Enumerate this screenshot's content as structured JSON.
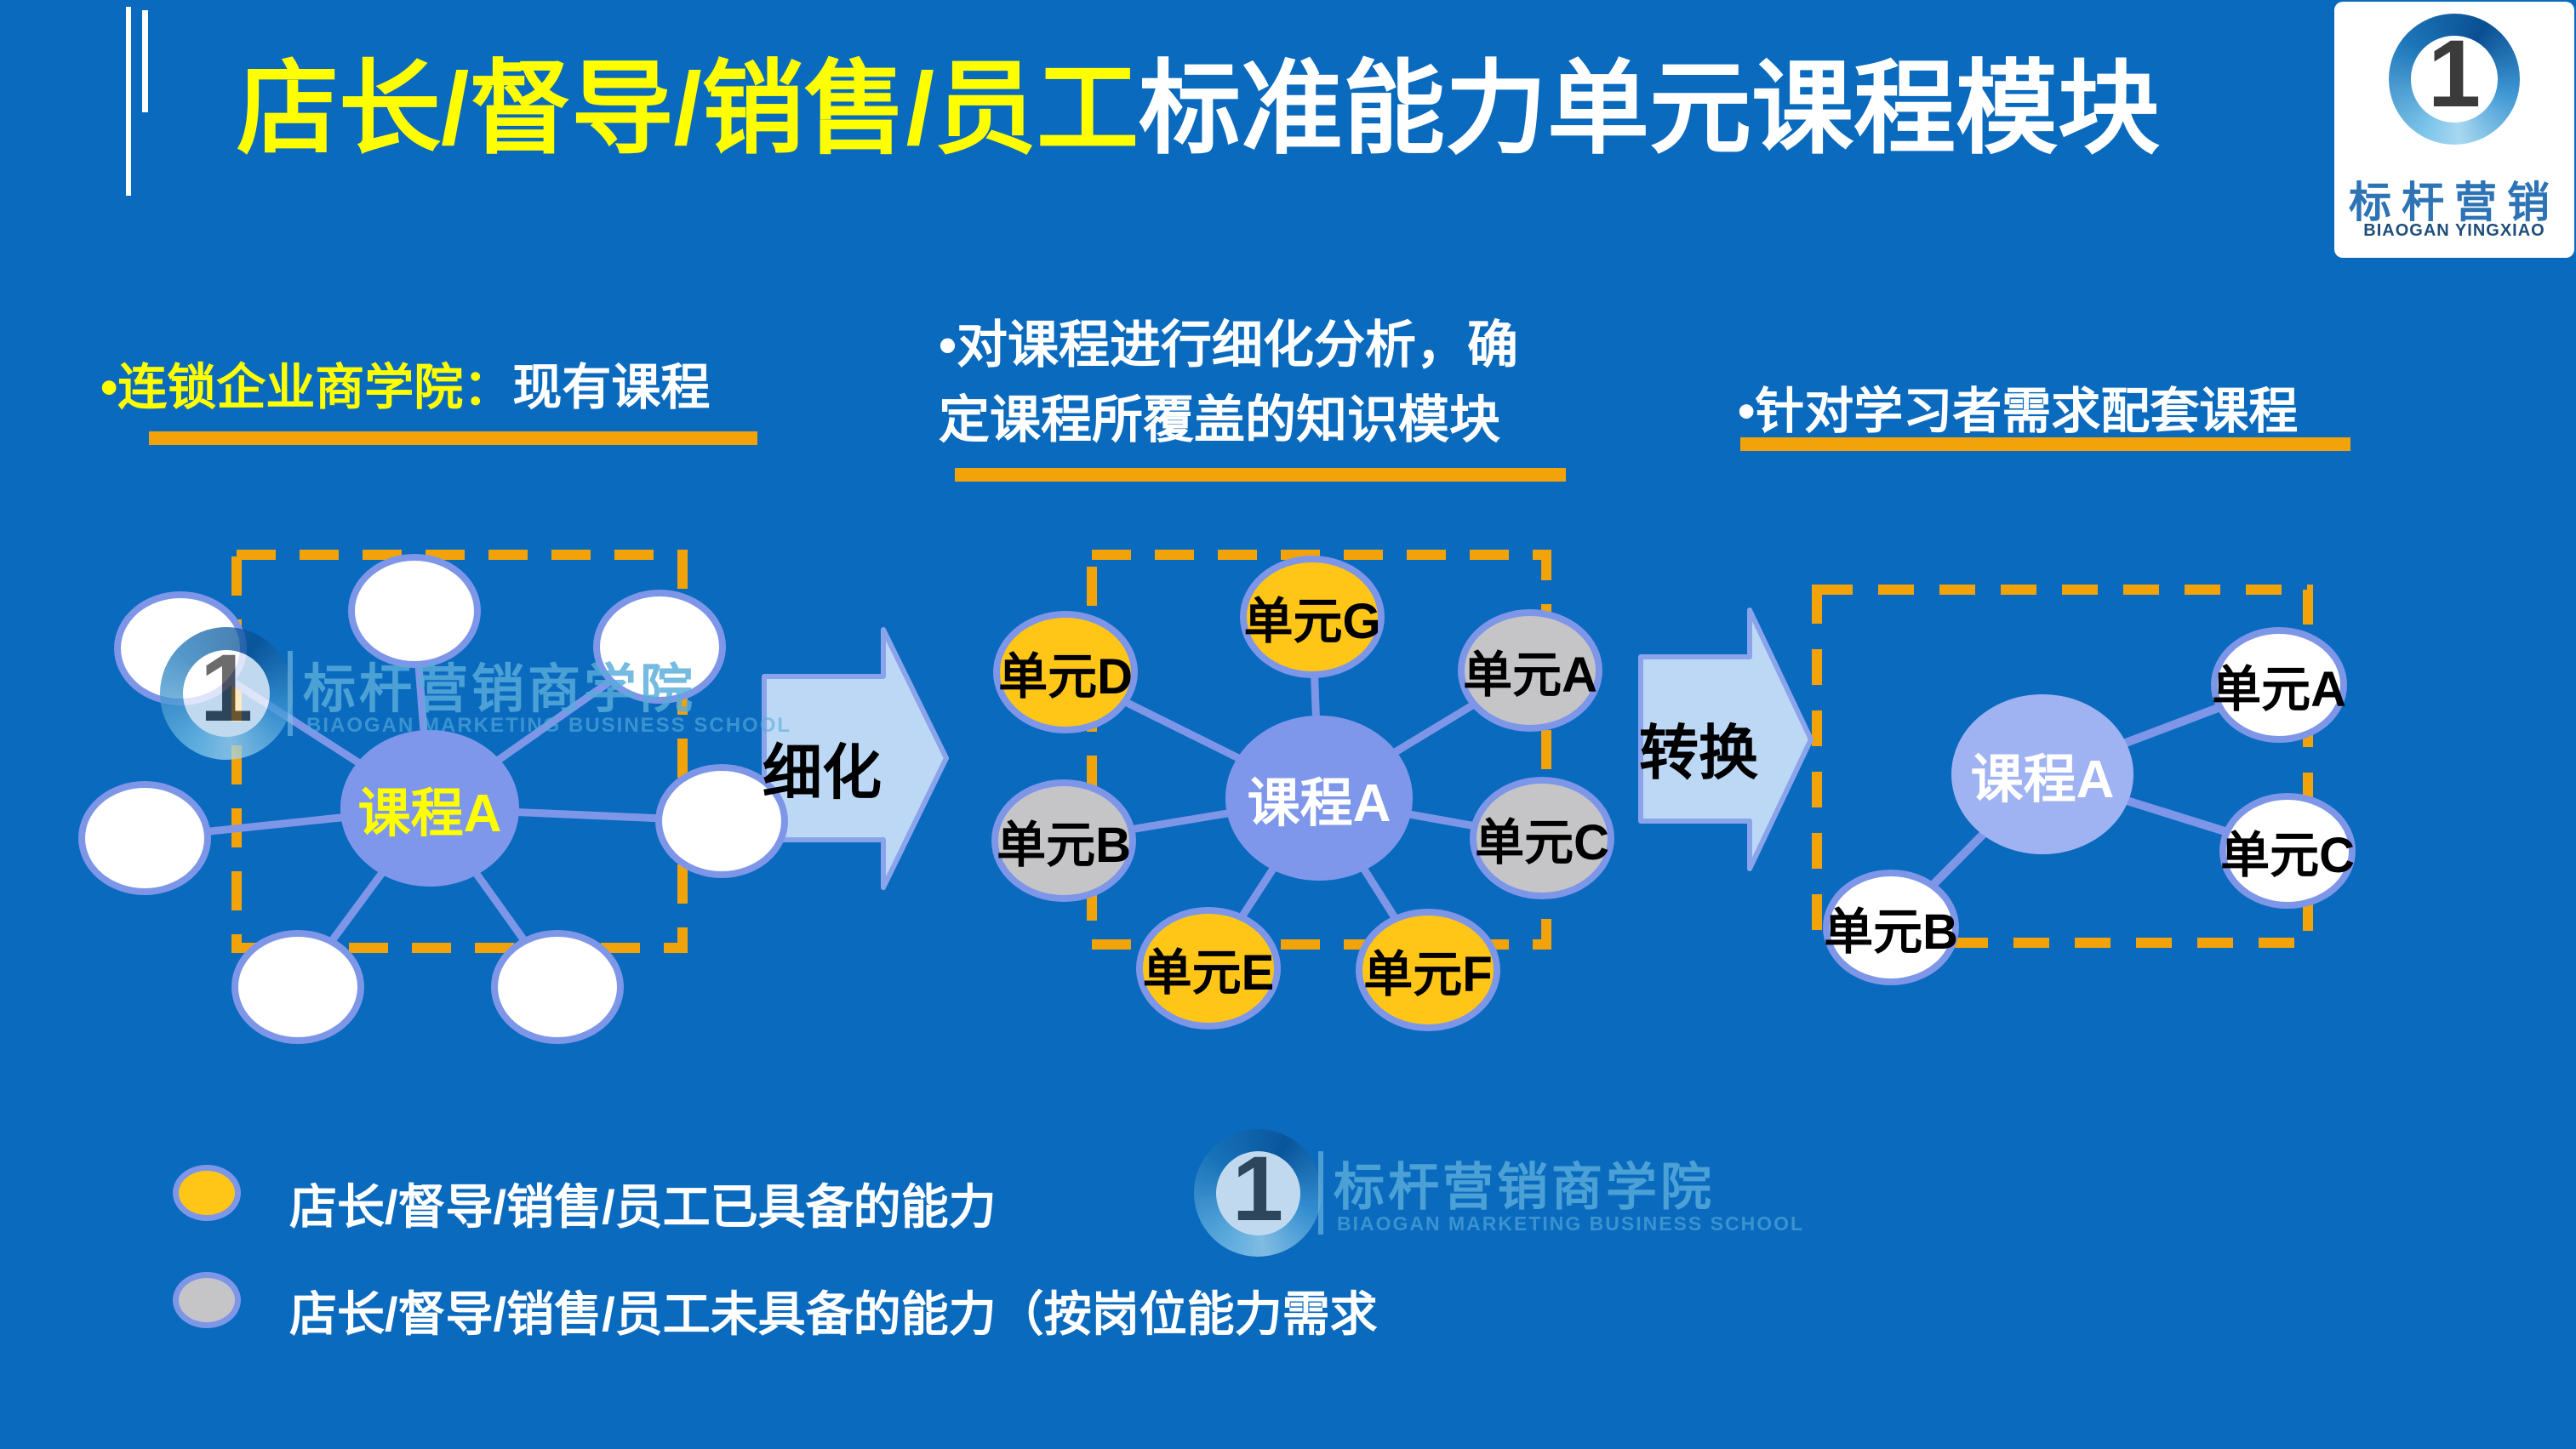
{
  "slide": {
    "title": {
      "highlight": "店长/督导/销售/员工",
      "rest": "标准能力单元课程模块"
    },
    "brand": {
      "cn": "标杆营销",
      "en": "BIAOGAN YINGXIAO",
      "badge": "1"
    },
    "watermark": {
      "badge": "1",
      "title": "标杆营销商学院",
      "subtitle": "BIAOGAN MARKETING BUSINESS SCHOOL"
    },
    "sections": [
      {
        "lead": "•连锁企业商学院：",
        "rest": "现有课程"
      },
      {
        "line1": "•对课程进行细化分析，确",
        "line2": "定课程所覆盖的知识模块"
      },
      {
        "text": "•针对学习者需求配套课程"
      }
    ],
    "arrows": [
      {
        "label": "细化"
      },
      {
        "label": "转换"
      }
    ],
    "diagrams": {
      "left": {
        "center_label": "课程A"
      },
      "middle": {
        "center_label": "课程A",
        "nodes": [
          {
            "label": "单元D",
            "type": "gold"
          },
          {
            "label": "单元G",
            "type": "gold"
          },
          {
            "label": "单元A",
            "type": "gray"
          },
          {
            "label": "单元B",
            "type": "gray"
          },
          {
            "label": "单元C",
            "type": "gray"
          },
          {
            "label": "单元E",
            "type": "gold"
          },
          {
            "label": "单元F",
            "type": "gold"
          }
        ]
      },
      "right": {
        "center_label": "课程A",
        "nodes": [
          {
            "label": "单元A",
            "type": "white"
          },
          {
            "label": "单元C",
            "type": "white"
          },
          {
            "label": "单元B",
            "type": "white"
          }
        ]
      }
    },
    "legend": [
      {
        "swatch": "gold",
        "text": "店长/督导/销售/员工已具备的能力"
      },
      {
        "swatch": "gray",
        "text": "店长/督导/销售/员工未具备的能力（按岗位能力需求"
      }
    ],
    "colors": {
      "background": "#0A6ABD",
      "title_yellow": "#FFFF00",
      "orange": "#F2A30A",
      "gold": "#FFC617",
      "gray": "#C5C5C7",
      "periwinkle": "#7E96E8",
      "center_fill": "#7E97EA",
      "center_fill_light": "#9FB2F2",
      "arrow_fill": "#BCD8F5",
      "arrow_edge": "#8AA4EC",
      "watermark_blue": "#58ACDB",
      "brand_blue": "#2E74B5",
      "brand_navy": "#1F4E79"
    }
  }
}
